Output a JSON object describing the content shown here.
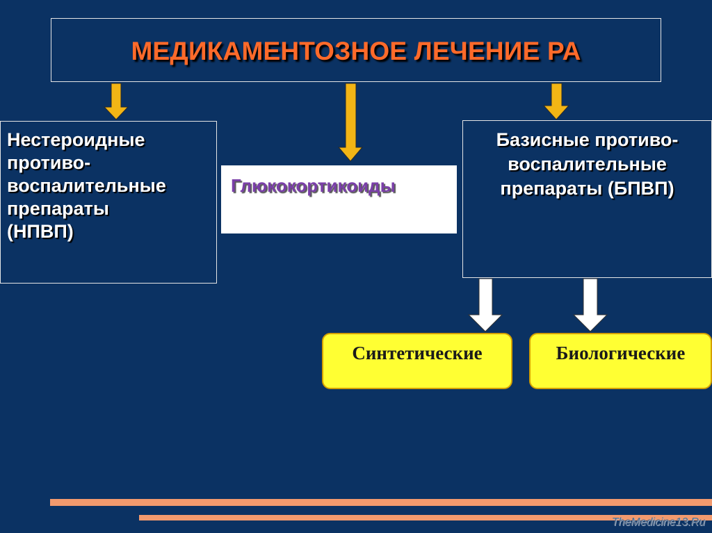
{
  "title": "МЕДИКАМЕНТОЗНОЕ ЛЕЧЕНИЕ РА",
  "nodes": {
    "npvp": "Нестероидные\nпротиво-\nвоспалительные\nпрепараты\n(НПВП)",
    "glucocorticoids": "Глюкокортикоиды",
    "bpvp": "Базисные противо-\nвоспалительные\nпрепараты (БПВП)",
    "synthetic": "Синтетические",
    "biologic": "Биологические"
  },
  "colors": {
    "background": "#0b3263",
    "title": "#ff6a2a",
    "arrow_orange": "#f2b515",
    "yellow_box": "#ffff33",
    "glucocorticoids_text": "#7a3fa8",
    "stripe": "#f29a6e"
  },
  "watermark": "TheMedicine13.Ru"
}
